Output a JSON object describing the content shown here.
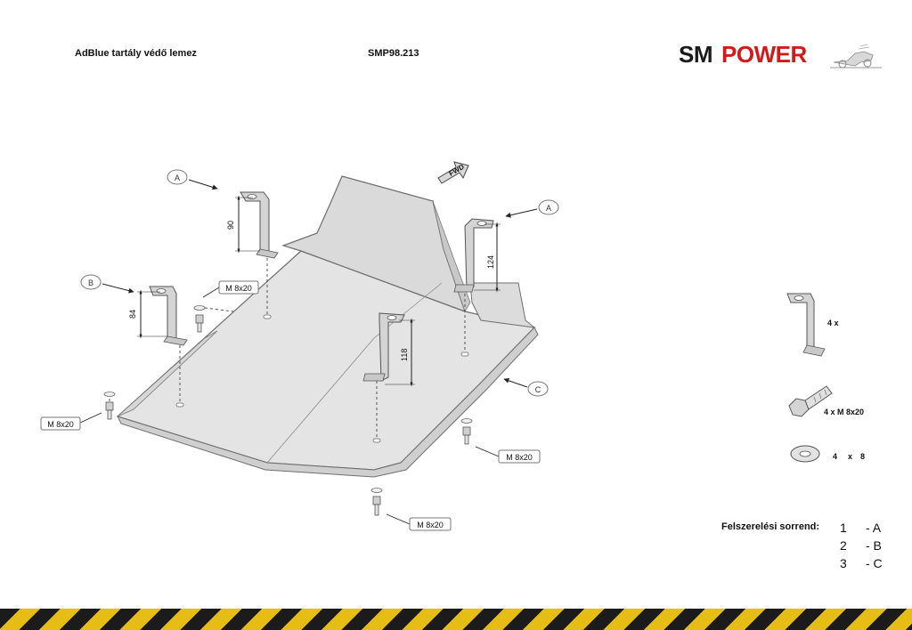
{
  "header": {
    "title": "AdBlue tartály védő lemez",
    "code": "SMP98.213"
  },
  "logo": {
    "text_a": "SM",
    "text_b": "POWER",
    "color_a": "#1a1a1a",
    "color_b": "#d31a1a"
  },
  "callouts": {
    "bracket_a": "A",
    "bracket_b": "B",
    "plate_c": "C"
  },
  "dimensions": {
    "d90": "90",
    "d84": "84",
    "d124": "124",
    "d118": "118"
  },
  "bolt_labels": {
    "label": "M 8x20"
  },
  "fwd_label": "FWD",
  "parts": {
    "bracket_qty": "4 x",
    "bolt_qty": "4 x M 8x20",
    "washer_qty": "4",
    "washer_x": "x",
    "washer_size": "8"
  },
  "order": {
    "label": "Felszerelési sorrend:",
    "steps": [
      {
        "num": "1",
        "part": "- A"
      },
      {
        "num": "2",
        "part": "- B"
      },
      {
        "num": "3",
        "part": "- C"
      }
    ]
  },
  "colors": {
    "stripe_dark": "#1b1b1b",
    "stripe_yellow": "#e6bd14",
    "plate_fill": "#e4e4e4"
  }
}
